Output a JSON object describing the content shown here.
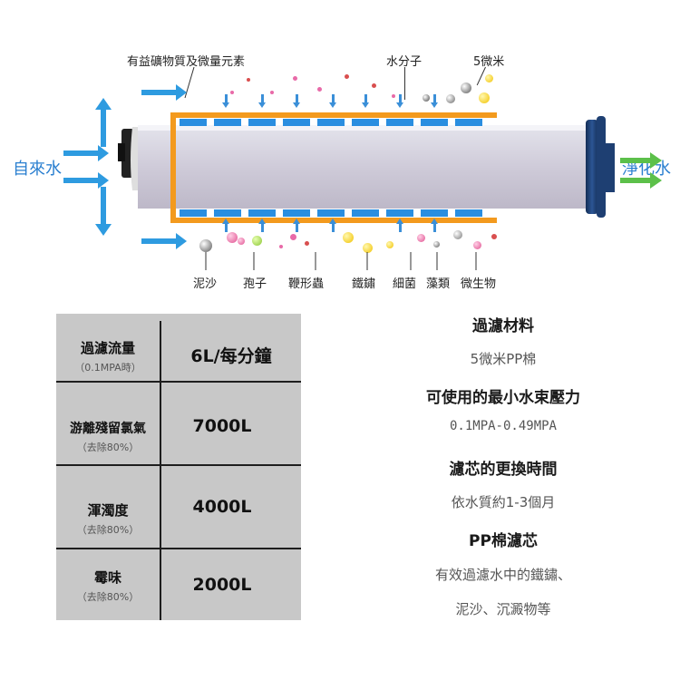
{
  "diagram": {
    "label_minerals": "有益礦物質及微量元素",
    "label_water_molecule": "水分子",
    "label_5micron": "5微米",
    "label_tap_water": "自來水",
    "label_purified_water": "淨化水",
    "impurities": [
      "泥沙",
      "孢子",
      "鞭形蟲",
      "鐵鏽",
      "細菌",
      "藻類",
      "微生物"
    ],
    "colors": {
      "arrow_blue": "#2e9be0",
      "arrow_green": "#5cc04a",
      "frame_orange": "#f39a1e",
      "cap_navy": "#1e3f72"
    }
  },
  "table": {
    "rows": [
      {
        "label": "過濾流量",
        "sub": "（0.1MPA時）",
        "value": "6L/每分鐘"
      },
      {
        "label": "游離殘留氯氣",
        "sub": "（去除80%）",
        "value": "7000L"
      },
      {
        "label": "渾濁度",
        "sub": "（去除80%）",
        "value": "4000L"
      },
      {
        "label": "霉味",
        "sub": "（去除80%）",
        "value": "2000L"
      }
    ]
  },
  "info": {
    "h1": "過濾材料",
    "v1": "5微米PP棉",
    "h2": "可使用的最小水束壓力",
    "v2": "0.1MPA-0.49MPA",
    "h3": "濾芯的更換時間",
    "v3": "依水質約1-3個月",
    "h4": "PP棉濾芯",
    "v4a": "有效過濾水中的鐵鏽、",
    "v4b": "泥沙、沉澱物等"
  }
}
